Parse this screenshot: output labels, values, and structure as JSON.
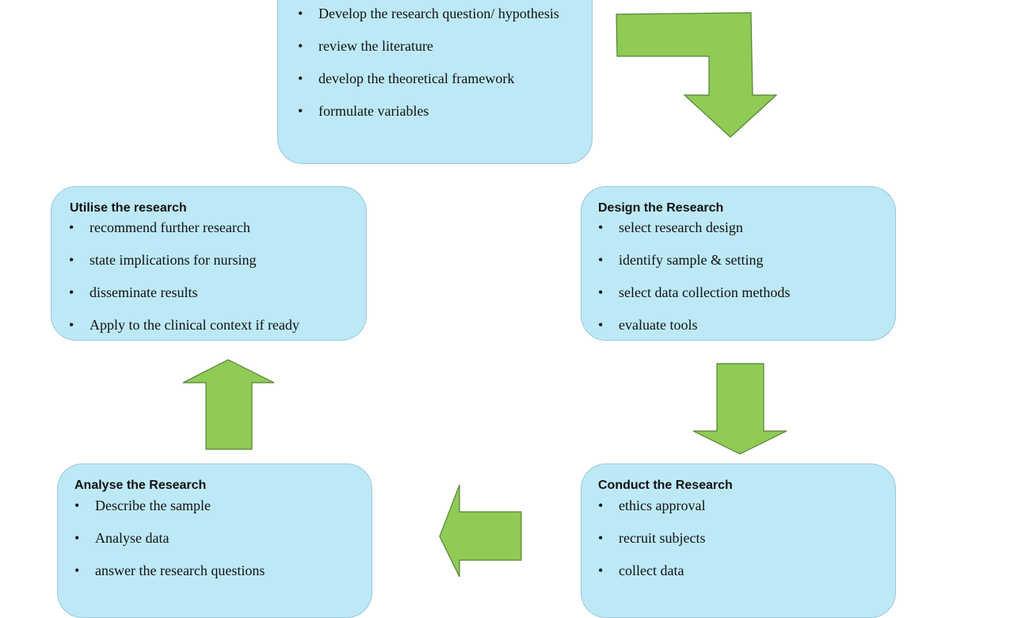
{
  "boxes": {
    "plan": {
      "items": [
        "Develop the research question/ hypothesis",
        "review the literature",
        "develop the theoretical framework",
        "formulate variables"
      ]
    },
    "design": {
      "title": "Design the Research",
      "items": [
        "select research design",
        " identify sample & setting",
        " select data collection methods",
        " evaluate tools"
      ]
    },
    "conduct": {
      "title": "Conduct the Research",
      "items": [
        "ethics approval",
        "recruit subjects",
        "collect data"
      ]
    },
    "analyse": {
      "title": "Analyse the Research",
      "items": [
        "Describe the sample",
        "Analyse  data",
        "answer the research questions"
      ]
    },
    "utilise": {
      "title": "Utilise the research",
      "items": [
        "recommend further research",
        "state implications for nursing",
        "disseminate results",
        "Apply to the clinical context if ready"
      ]
    }
  },
  "colors": {
    "box_fill": "#bde9f7",
    "box_border": "#9cc7d9",
    "arrow_fill": "#8fcb55",
    "arrow_stroke": "#557f35"
  },
  "icons": [
    "bent-arrow-down-icon",
    "arrow-down-icon",
    "arrow-left-icon",
    "arrow-up-icon"
  ]
}
